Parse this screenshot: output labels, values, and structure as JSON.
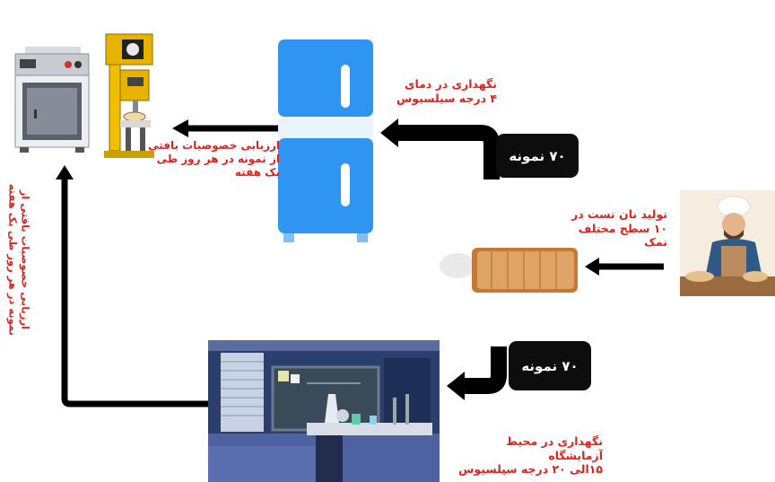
{
  "labels": {
    "storage_fridge": [
      "نگهداری در دمای",
      "۴ درجه سیلسیوس"
    ],
    "evaluation_top": [
      "ارزیابی  خصوصیات  بافتی",
      "از نمونه   در هر روز طی",
      "یک هفته"
    ],
    "production": [
      "تولید نان تست در",
      "۱۰ سطح مختلف نمک"
    ],
    "storage_lab": [
      "نگهداری در محیط  آزمایشگاه",
      "۱۵الی ۲۰ درجه سیلسیوس"
    ],
    "evaluation_left": [
      "ارزیابی خصوصیات بافتی از",
      "نمونه در هر روز طی یک هفته"
    ]
  },
  "badges": {
    "top": "۷۰ نمونه",
    "bottom": "۷۰ نمونه"
  },
  "colors": {
    "label_red": "#e2211c",
    "fridge_blue": "#2f95f2",
    "badge_bg": "#0d0d0d"
  },
  "icons": [
    "lab-oven-icon",
    "texture-analyzer-icon",
    "refrigerator-icon",
    "toast-bread-icon",
    "baker-icon",
    "laboratory-room-icon"
  ]
}
